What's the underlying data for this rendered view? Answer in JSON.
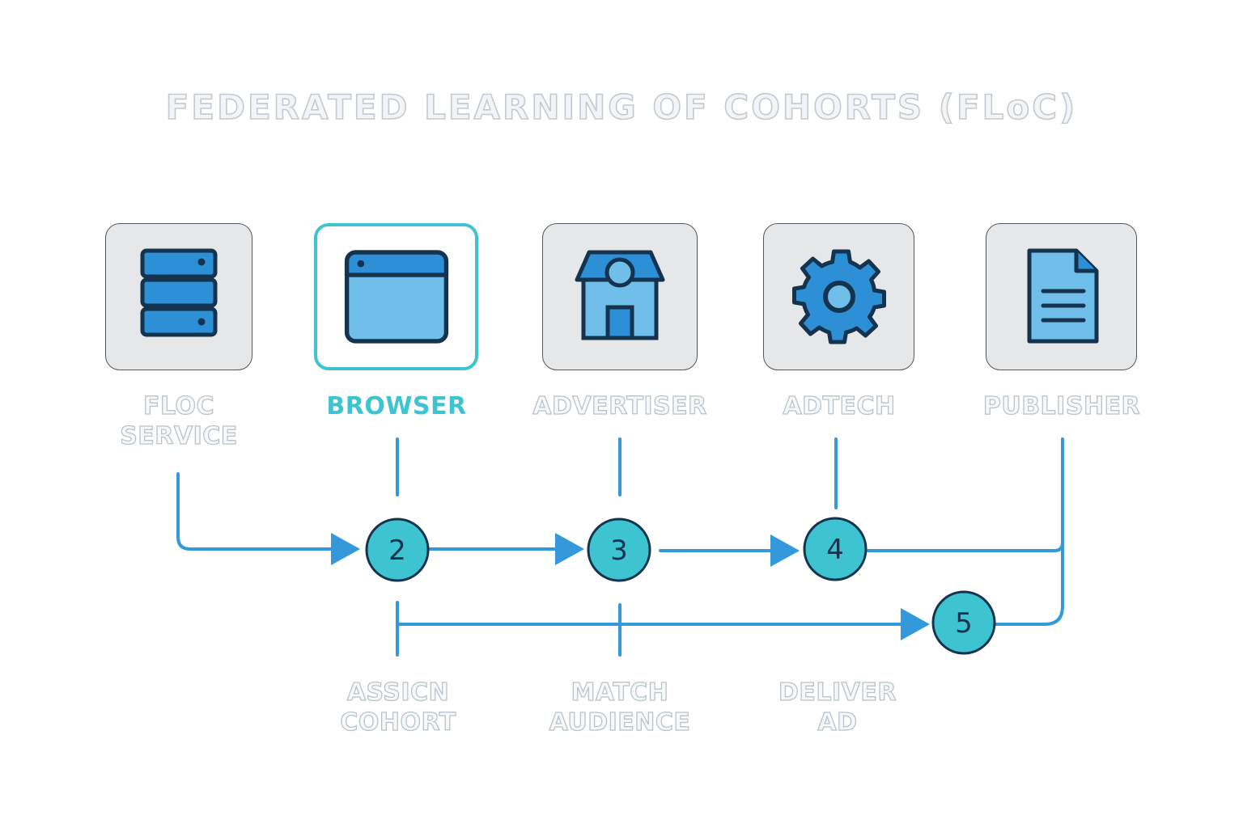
{
  "title": "FEDERATED LEARNING OF COHORTS (FLoC)",
  "colors": {
    "accent": "#3ec3d0",
    "flow_line": "#3399db",
    "icon_fill": "#2d8fd5",
    "icon_fill_light": "#6fbfea",
    "icon_outline": "#14334f",
    "tile_bg": "#e6e7e8",
    "label_outline": "#b8c4ca"
  },
  "actors": [
    {
      "id": "floc-service",
      "label_lines": [
        "FLOC",
        "SERVICE"
      ],
      "icon": "server-icon",
      "active": false
    },
    {
      "id": "browser",
      "label_lines": [
        "BROWSER"
      ],
      "icon": "browser-window-icon",
      "active": true
    },
    {
      "id": "advertiser",
      "label_lines": [
        "ADVERTISER"
      ],
      "icon": "storefront-icon",
      "active": false
    },
    {
      "id": "adtech",
      "label_lines": [
        "ADTECH"
      ],
      "icon": "gear-icon",
      "active": false
    },
    {
      "id": "publisher",
      "label_lines": [
        "PUBLISHER"
      ],
      "icon": "document-icon",
      "active": false
    }
  ],
  "steps": [
    "2",
    "3",
    "4",
    "5"
  ],
  "step_labels": [
    {
      "lines": [
        "ASSICN",
        "COHORT"
      ]
    },
    {
      "lines": [
        "MATCH",
        "AUDIENCE"
      ]
    },
    {
      "lines": [
        "DELIVER",
        "AD"
      ]
    }
  ]
}
